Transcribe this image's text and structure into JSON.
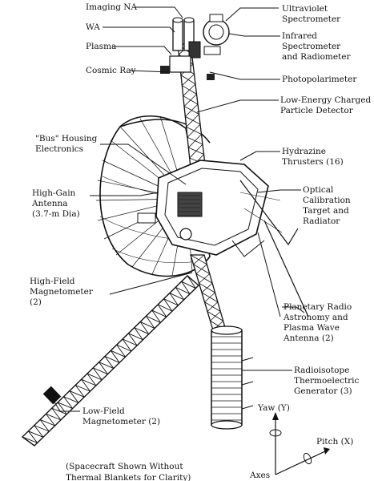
{
  "labels": {
    "imaging_na": "Imaging NA",
    "wa": "WA",
    "plasma": "Plasma",
    "cosmic_ray": "Cosmic Ray",
    "uv_1": "Ultraviolet",
    "uv_2": "Spectrometer",
    "ir_1": "Infrared",
    "ir_2": "Spectrometer",
    "ir_3": "and Radiometer",
    "photopolarimeter": "Photopolarimeter",
    "lecp_1": "Low-Energy Charged",
    "lecp_2": "Particle Detector",
    "bus_1": "\"Bus\" Housing",
    "bus_2": "Electronics",
    "hydrazine_1": "Hydrazine",
    "hydrazine_2": "Thrusters (16)",
    "hga_1": "High-Gain",
    "hga_2": "Antenna",
    "hga_3": "(3.7-m Dia)",
    "optical_1": "Optical",
    "optical_2": "Calibration",
    "optical_3": "Target and",
    "optical_4": "Radiator",
    "hfm_1": "High-Field",
    "hfm_2": "Magnetometer",
    "hfm_3": "(2)",
    "pra_1": "Planetary Radio",
    "pra_2": "Astronomy and",
    "pra_3": "Plasma Wave",
    "pra_4": "Antenna (2)",
    "rtg_1": "Radioisotope",
    "rtg_2": "Thermoelectric",
    "rtg_3": "Generator (3)",
    "lfm_1": "Low-Field",
    "lfm_2": "Magnetometer (2)",
    "yaw": "Yaw (Y)",
    "pitch": "Pitch (X)",
    "axes": "Axes",
    "footnote_1": "(Spacecraft Shown Without",
    "footnote_2": "Thermal Blankets for Clarity)"
  }
}
